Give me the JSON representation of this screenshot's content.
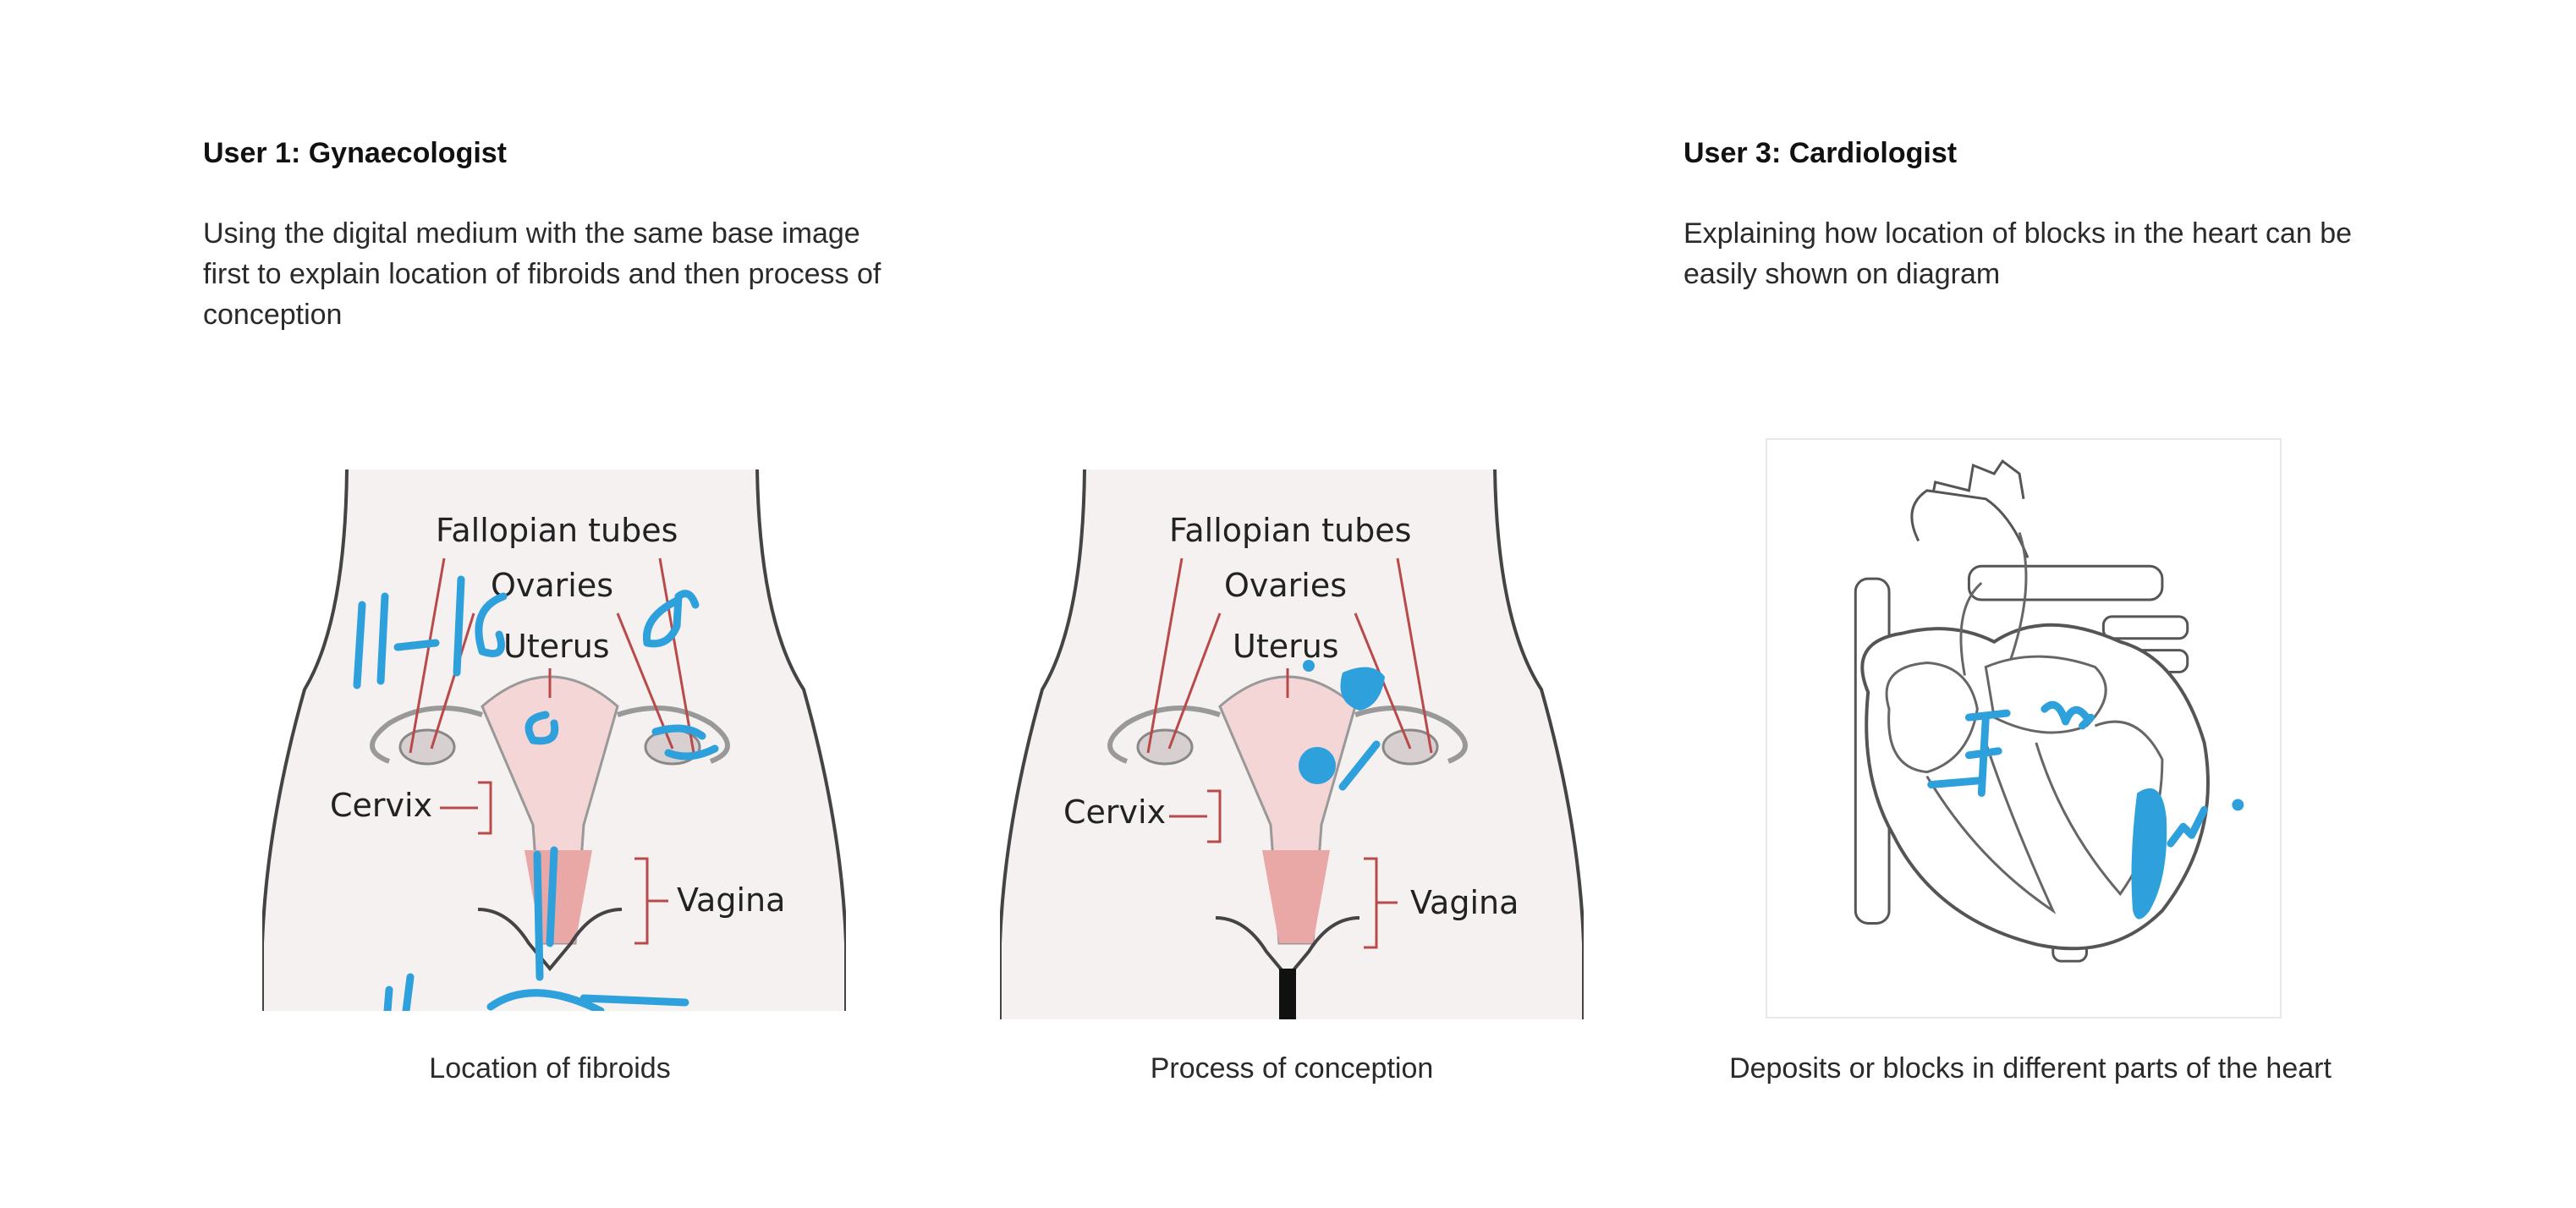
{
  "user1": {
    "heading": "User 1: Gynaecologist",
    "description": "Using the digital medium with the same base image first to explain location of fibroids and then process of conception"
  },
  "user3": {
    "heading": "User 3: Cardiologist",
    "description": "Explaining how location of blocks in the heart can be easily shown on diagram"
  },
  "figures": [
    {
      "labels": {
        "tubes": "Fallopian tubes",
        "ovaries": "Ovaries",
        "uterus": "Uterus",
        "cervix": "Cervix",
        "vagina": "Vagina"
      },
      "caption": "Location of fibroids"
    },
    {
      "labels": {
        "tubes": "Fallopian tubes",
        "ovaries": "Ovaries",
        "uterus": "Uterus",
        "cervix": "Cervix",
        "vagina": "Vagina"
      },
      "caption": "Process of conception"
    },
    {
      "caption": "Deposits or blocks in different parts of the heart"
    }
  ],
  "colors": {
    "annotation_ink": "#2ea0dc",
    "label_line": "#b84a4a",
    "panel_bg": "#f5f1f0"
  }
}
